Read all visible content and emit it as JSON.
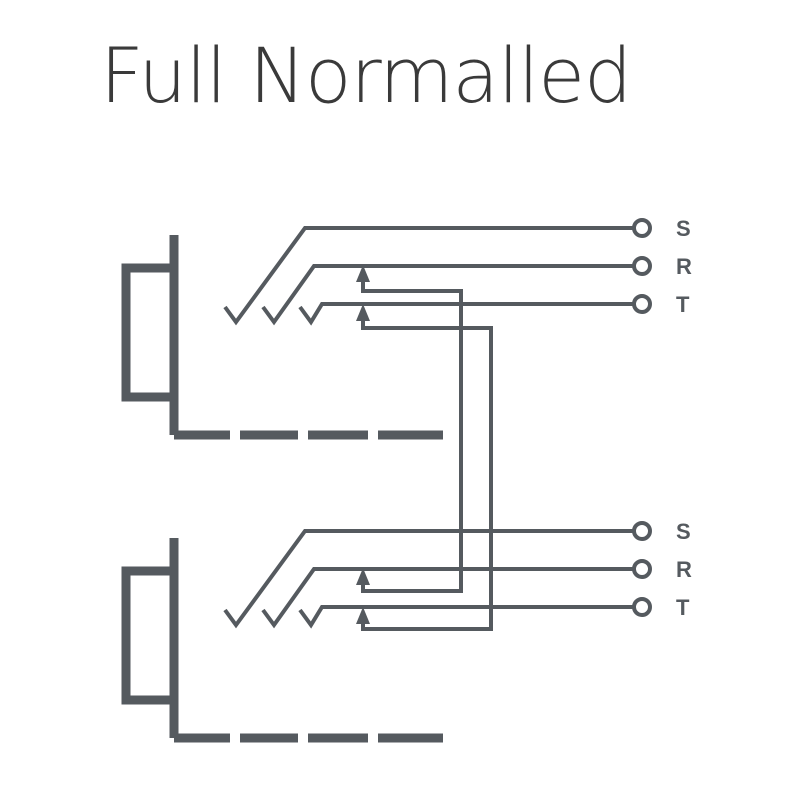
{
  "title": "Full Normalled",
  "colors": {
    "stroke": "#555a5f",
    "title": "#3a3a3a",
    "background": "#ffffff"
  },
  "jacks": [
    {
      "id": "top",
      "terminals": [
        "S",
        "R",
        "T"
      ]
    },
    {
      "id": "bottom",
      "terminals": [
        "S",
        "R",
        "T"
      ]
    }
  ]
}
